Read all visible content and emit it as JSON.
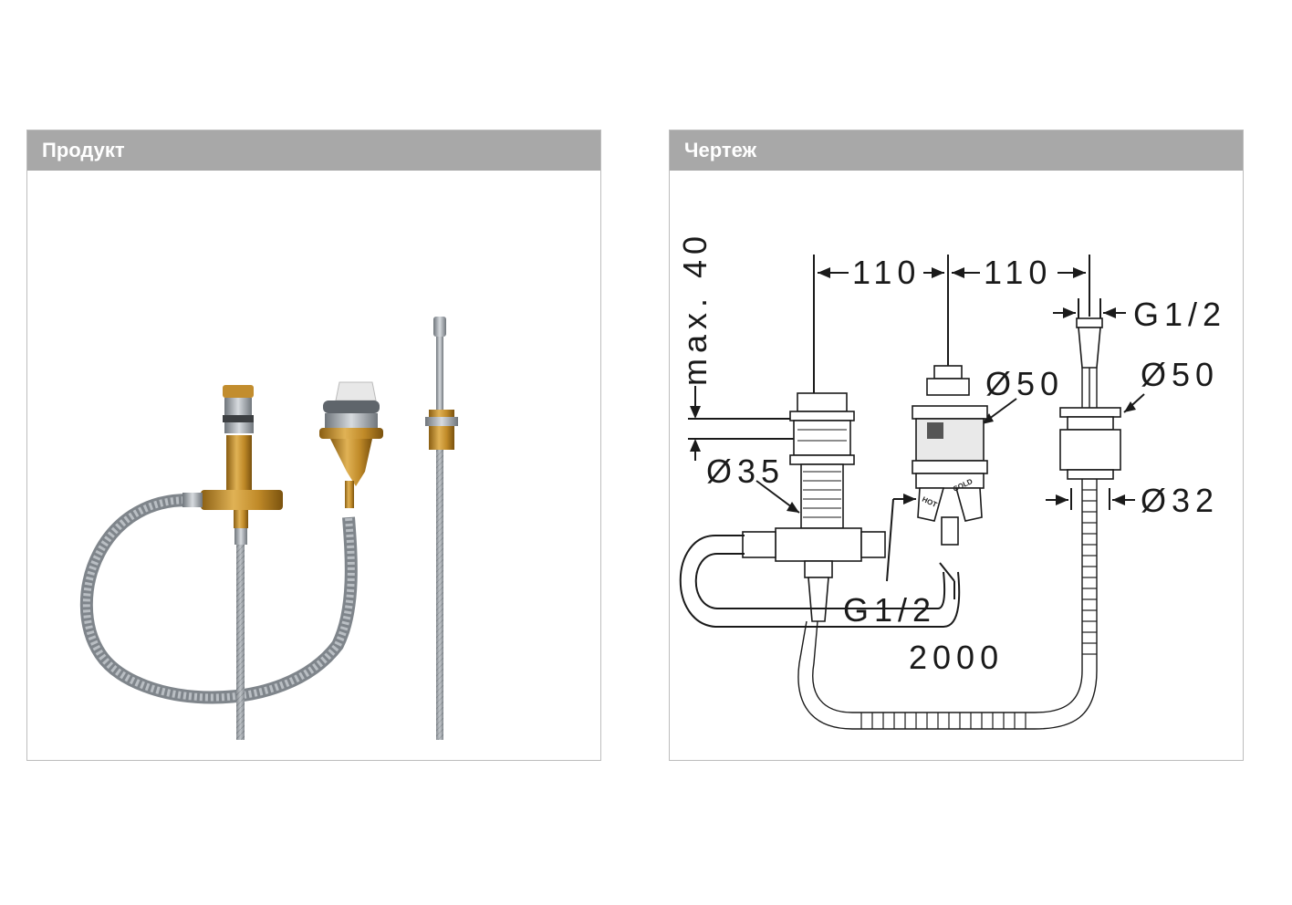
{
  "panels": {
    "product": {
      "title": "Продукт"
    },
    "drawing": {
      "title": "Чертеж"
    }
  },
  "drawing": {
    "dim_max": "max. 40",
    "dim_110_left": "110",
    "dim_110_right": "110",
    "dim_g12_top": "G1/2",
    "dim_d50_mid": "Ø50",
    "dim_d50_right": "Ø50",
    "dim_d35": "Ø35",
    "dim_d32": "Ø32",
    "dim_g12_bottom": "G1/2",
    "dim_2000": "2000",
    "hot_label": "HOT",
    "cold_label": "COLD"
  },
  "colors": {
    "header_bg": "#a8a8a8",
    "brass": "#c9962f",
    "steel": "#9ea4aa"
  }
}
